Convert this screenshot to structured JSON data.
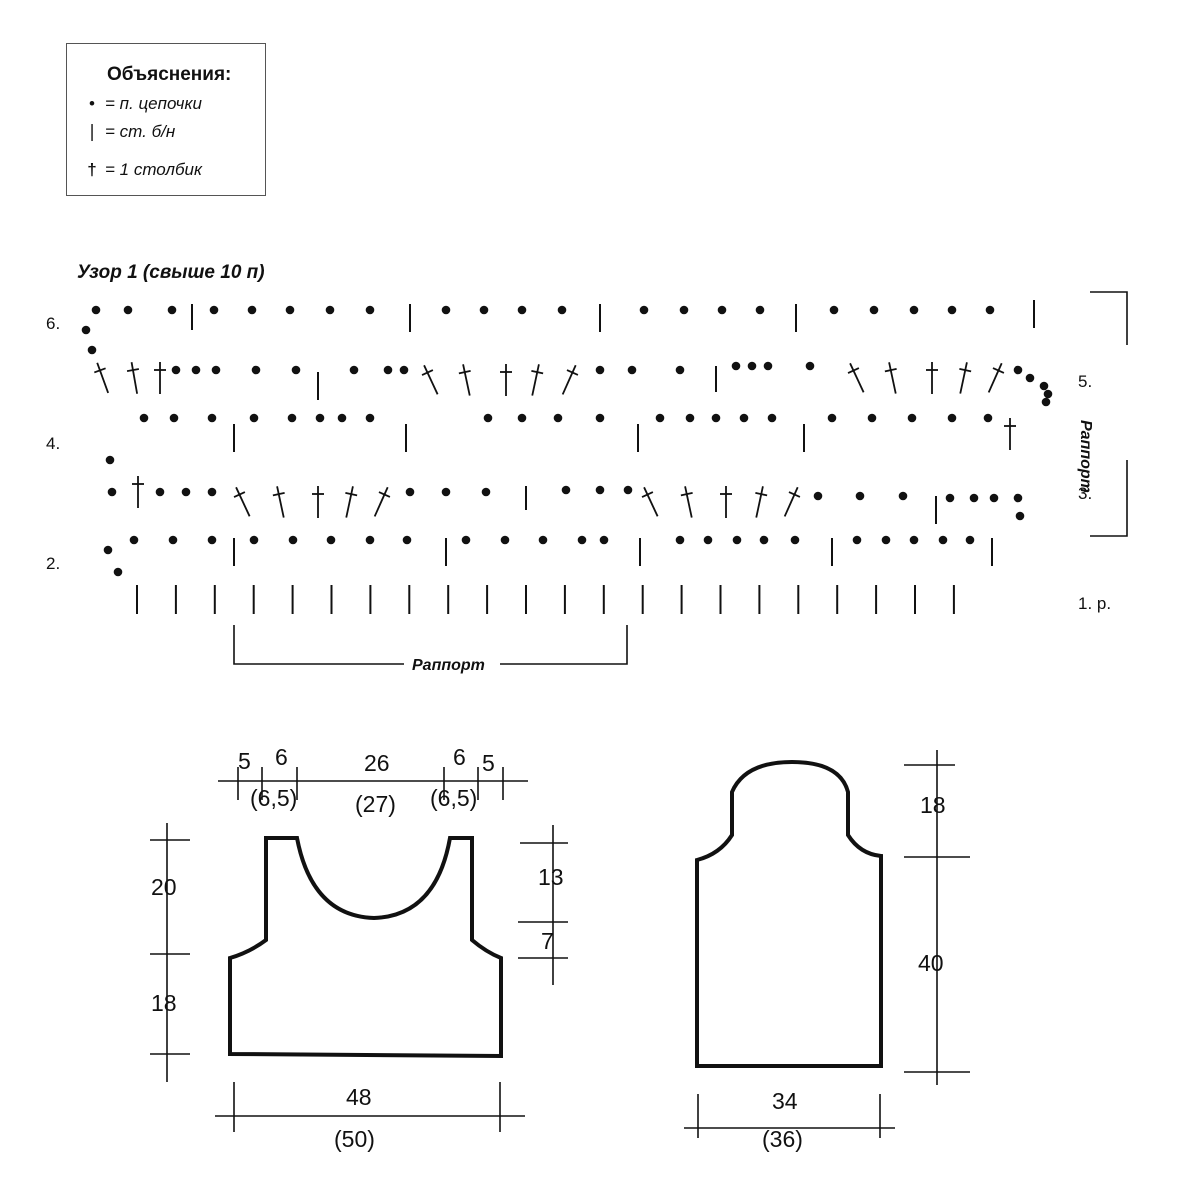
{
  "legend": {
    "title": "Объяснения:",
    "items": [
      {
        "icon": "chain-stitch-dot-icon",
        "label": "= п. цепочки"
      },
      {
        "icon": "single-crochet-bar-icon",
        "label": "= ст. б/н"
      },
      {
        "icon": "double-crochet-cross-icon",
        "label": "= 1 столбик"
      }
    ]
  },
  "pattern": {
    "title": "Узор 1 (свыше 10 п)",
    "rows": {
      "r6": "6.",
      "r5": "5.",
      "r4": "4.",
      "r3": "3.",
      "r2": "2.",
      "r1": "1. р."
    },
    "rapport_horizontal": "Раппорт",
    "rapport_vertical": "Раппорт"
  },
  "front_piece": {
    "top": {
      "left_outer": "5",
      "left_inner": "6",
      "center": "26",
      "right_inner": "6",
      "right_outer": "5",
      "left_alt": "(6,5)",
      "center_alt": "(27)",
      "right_alt": "(6,5)"
    },
    "left_upper": "20",
    "left_lower": "18",
    "right_upper": "13",
    "right_lower": "7",
    "bottom": "48",
    "bottom_alt": "(50)"
  },
  "sleeve_piece": {
    "right_upper": "18",
    "right_lower": "40",
    "bottom": "34",
    "bottom_alt": "(36)"
  },
  "colors": {
    "ink": "#111111",
    "legend_border": "#555555"
  }
}
